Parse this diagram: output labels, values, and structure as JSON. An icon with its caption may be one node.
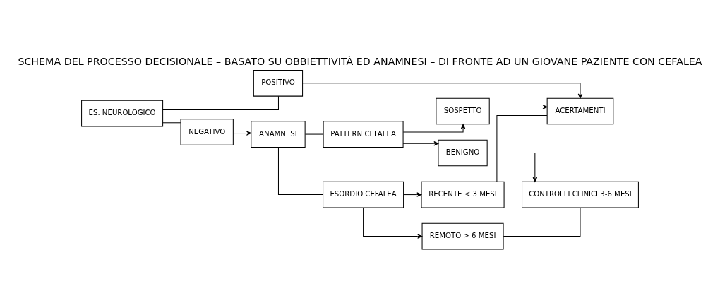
{
  "diagram": {
    "title": "SCHEMA DEL PROCESSO DECISIONALE – BASATO SU OBBIETTIVITÀ ED ANAMNESI – DI FRONTE AD UN GIOVANE PAZIENTE CON CEFALEA",
    "nodes": [
      {
        "text": [
          "ES. NEUROLOGICO"
        ]
      },
      {
        "text": [
          "POSITIVO"
        ]
      },
      {
        "text": [
          "NEGATIVO"
        ]
      },
      {
        "text": [
          "ANAMNESI"
        ]
      },
      {
        "text": [
          "ESORDIO CEFALEA"
        ]
      },
      {
        "text": [
          "RECENTE < 3 MESI"
        ]
      },
      {
        "text": [
          "ACERTAMENTI"
        ]
      },
      {
        "text": [
          "REMOTO > 6 MESI"
        ]
      },
      {
        "text": [
          "CONTROLLI CLINICI 3-6 MESI"
        ]
      },
      {
        "text": [
          "BENIGNO"
        ]
      },
      {
        "text": [
          "PATTERN CEFALEA"
        ]
      },
      {
        "text": [
          "SOSPETTO"
        ]
      }
    ],
    "edges": [
      {
        "from": 0,
        "to": 1,
        "arrow": "none"
      },
      {
        "from": 1,
        "to": 6,
        "arrow": "to"
      },
      {
        "from": 0,
        "to": 2,
        "arrow": "none"
      },
      {
        "from": 2,
        "to": 3,
        "arrow": "to"
      },
      {
        "from": 3,
        "to": 4,
        "arrow": "none"
      },
      {
        "from": 3,
        "to": 10,
        "arrow": "none"
      },
      {
        "from": 4,
        "to": 5,
        "arrow": "to"
      },
      {
        "from": 4,
        "to": 7,
        "arrow": "to"
      },
      {
        "from": 5,
        "to": 6,
        "arrow": "none"
      },
      {
        "from": 7,
        "to": 8,
        "arrow": "none"
      },
      {
        "from": 9,
        "to": 8,
        "arrow": "to"
      },
      {
        "from": 10,
        "to": 9,
        "arrow": "to"
      },
      {
        "from": 10,
        "to": 11,
        "arrow": "to"
      },
      {
        "from": 11,
        "to": 6,
        "arrow": "to"
      }
    ]
  }
}
